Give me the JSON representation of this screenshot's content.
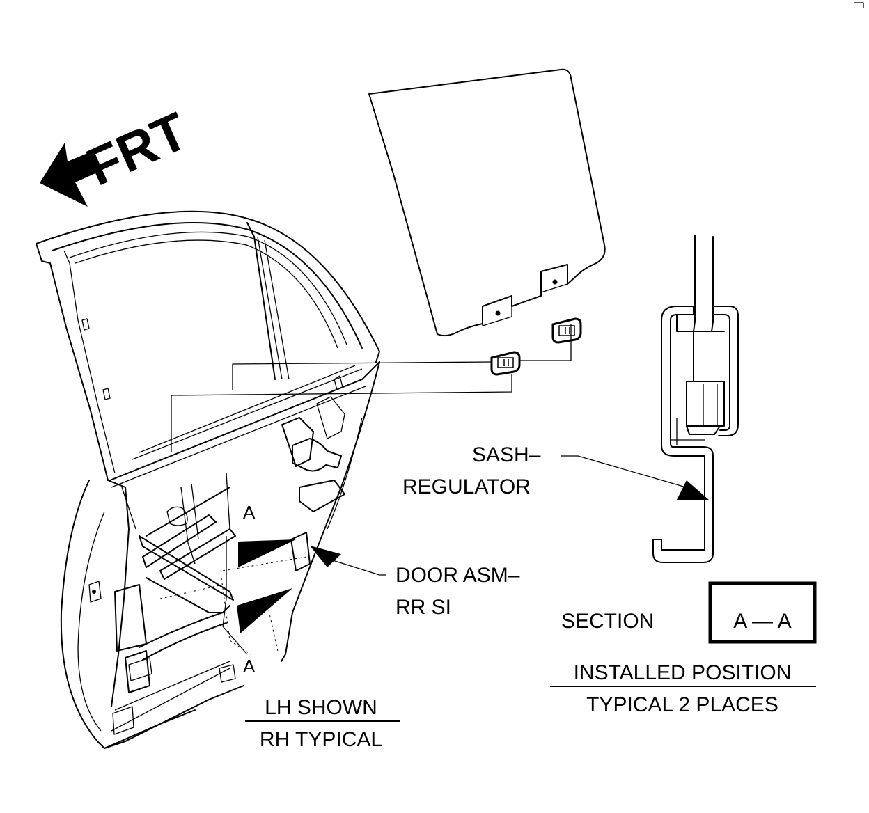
{
  "direction": {
    "label": "FRT"
  },
  "callouts": {
    "sash_regulator": [
      "SASH–",
      "REGULATOR"
    ],
    "door_asm": [
      "DOOR ASM–",
      "RR SI"
    ]
  },
  "section_marker": {
    "letter": "A"
  },
  "section": {
    "label": "SECTION",
    "ref": "A — A"
  },
  "notes": {
    "shown": "LH SHOWN",
    "typical": "RH TYPICAL",
    "installed_position": "INSTALLED POSITION",
    "typical_places": "TYPICAL 2 PLACES"
  }
}
